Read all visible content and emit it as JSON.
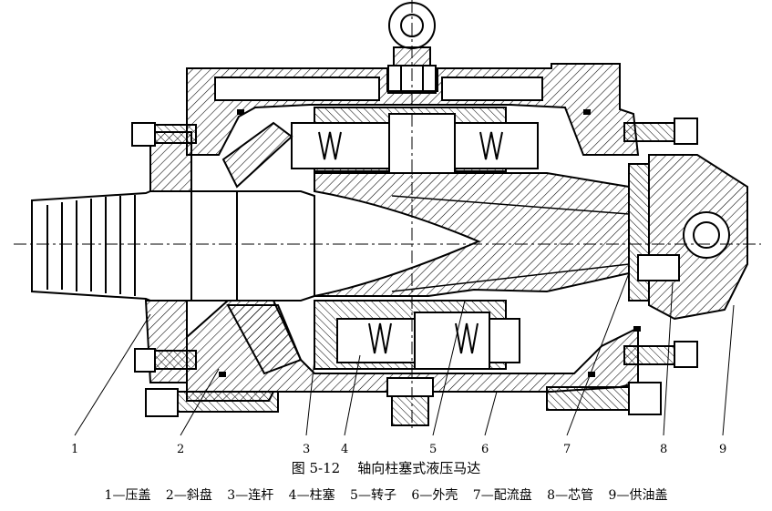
{
  "figure": {
    "caption_number": "图 5-12",
    "caption_title": "轴向柱塞式液压马达",
    "labels": [
      "1",
      "2",
      "3",
      "4",
      "5",
      "6",
      "7",
      "8",
      "9"
    ],
    "legend": [
      "1—压盖",
      "2—斜盘",
      "3—连杆",
      "4—柱塞",
      "5—转子",
      "6—外壳",
      "7—配流盘",
      "8—芯管",
      "9—供油盖"
    ]
  }
}
